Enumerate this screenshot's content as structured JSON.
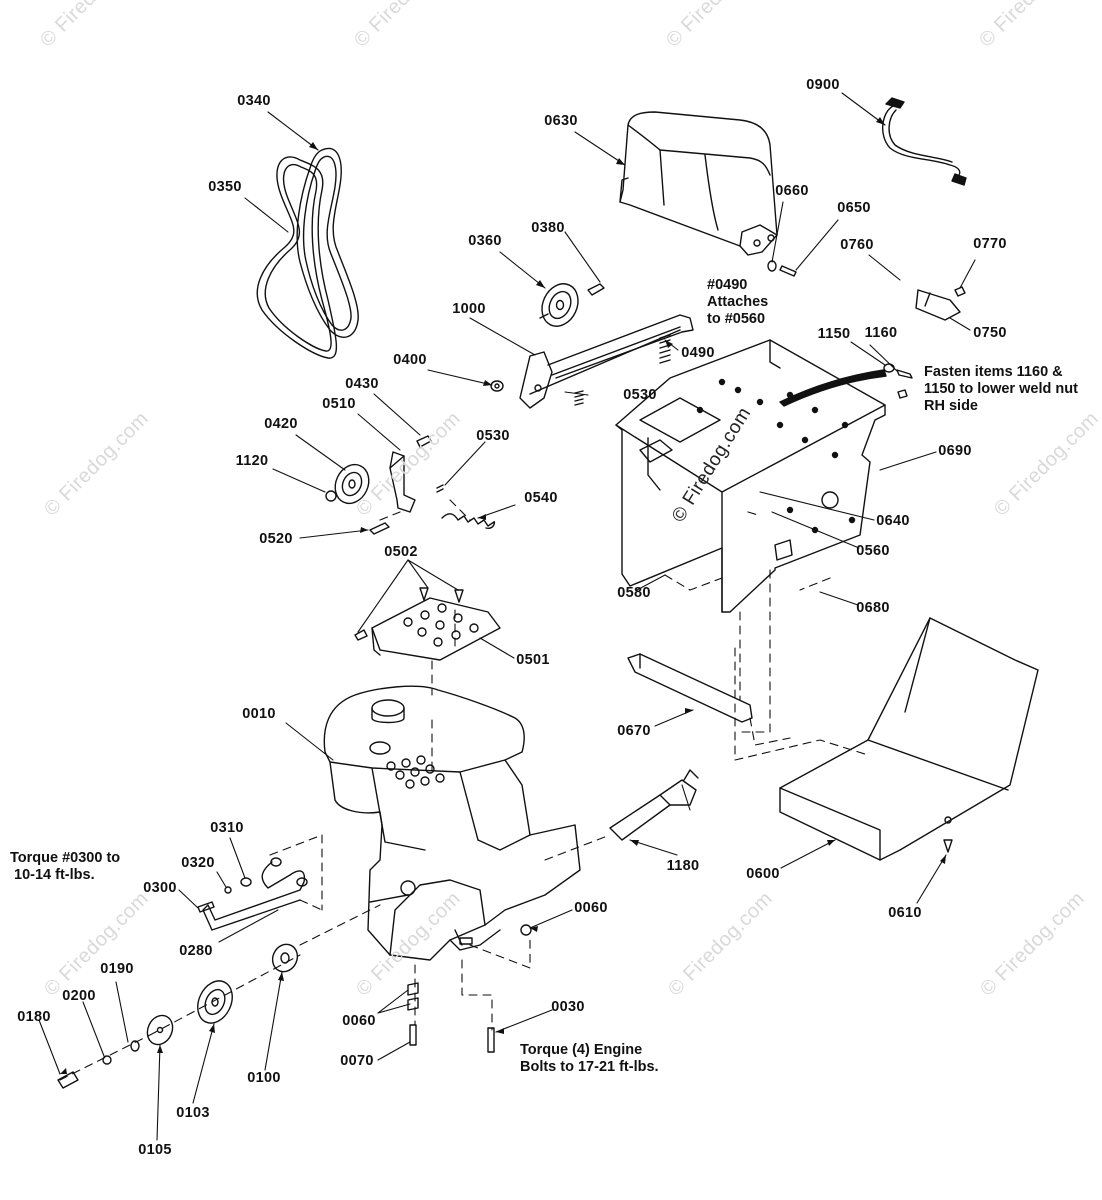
{
  "diagram": {
    "parts": [
      {
        "id": "0340"
      },
      {
        "id": "0350"
      },
      {
        "id": "0630"
      },
      {
        "id": "0900"
      },
      {
        "id": "0360"
      },
      {
        "id": "0380"
      },
      {
        "id": "0660"
      },
      {
        "id": "0650"
      },
      {
        "id": "0760"
      },
      {
        "id": "0770"
      },
      {
        "id": "0750"
      },
      {
        "id": "1000"
      },
      {
        "id": "0490"
      },
      {
        "id": "0400"
      },
      {
        "id": "0530"
      },
      {
        "id": "1150"
      },
      {
        "id": "1160"
      },
      {
        "id": "0430"
      },
      {
        "id": "0510"
      },
      {
        "id": "0420"
      },
      {
        "id": "1120"
      },
      {
        "id": "0530"
      },
      {
        "id": "0540"
      },
      {
        "id": "0520"
      },
      {
        "id": "0690"
      },
      {
        "id": "0640"
      },
      {
        "id": "0560"
      },
      {
        "id": "0580"
      },
      {
        "id": "0680"
      },
      {
        "id": "0502"
      },
      {
        "id": "0501"
      },
      {
        "id": "0010"
      },
      {
        "id": "0670"
      },
      {
        "id": "0310"
      },
      {
        "id": "0320"
      },
      {
        "id": "0300"
      },
      {
        "id": "1180"
      },
      {
        "id": "0600"
      },
      {
        "id": "0280"
      },
      {
        "id": "0060"
      },
      {
        "id": "0610"
      },
      {
        "id": "0190"
      },
      {
        "id": "0200"
      },
      {
        "id": "0180"
      },
      {
        "id": "0060"
      },
      {
        "id": "0030"
      },
      {
        "id": "0070"
      },
      {
        "id": "0100"
      },
      {
        "id": "0103"
      },
      {
        "id": "0105"
      }
    ],
    "notes": {
      "attach": "#0490\nAttaches\nto #0560",
      "fasten": "Fasten items 1160 &\n1150 to lower weld nut\nRH side",
      "torque_0300": "Torque #0300 to\n 10-14 ft-lbs.",
      "torque_engine": "Torque (4) Engine\nBolts to 17-21 ft-lbs."
    },
    "watermark": {
      "text": "© Firedog.com"
    }
  }
}
